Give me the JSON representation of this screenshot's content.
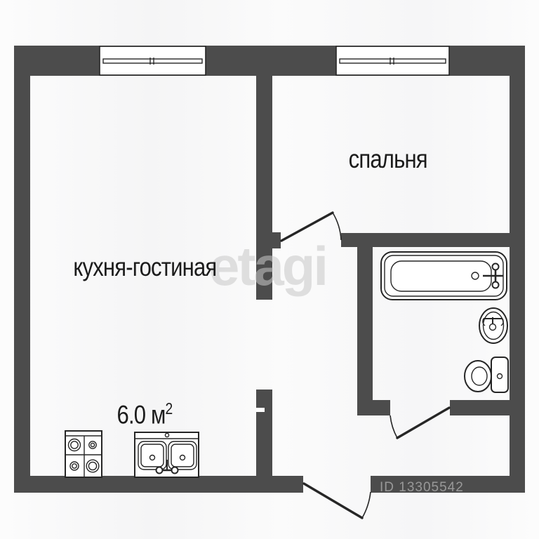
{
  "plan": {
    "rooms": [
      {
        "name": "спальня"
      },
      {
        "name": "кухня-гостиная",
        "area_value": "6.0 м",
        "area_exponent": "2"
      }
    ],
    "watermark": "etagi",
    "listing_id": "ID 13305542"
  },
  "colors": {
    "wall": "#4c4c4c",
    "line": "#262626",
    "text": "#1c1c1c",
    "watermark": "#c8c8c8"
  }
}
